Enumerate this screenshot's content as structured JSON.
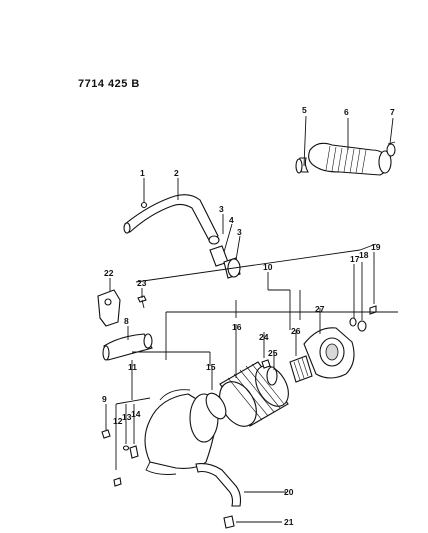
{
  "diagram": {
    "code": "7714 425 B",
    "callouts": [
      {
        "id": "c1",
        "label": "1"
      },
      {
        "id": "c2",
        "label": "2"
      },
      {
        "id": "c3a",
        "label": "3"
      },
      {
        "id": "c3b",
        "label": "3"
      },
      {
        "id": "c4",
        "label": "4"
      },
      {
        "id": "c5",
        "label": "5"
      },
      {
        "id": "c6",
        "label": "6"
      },
      {
        "id": "c7",
        "label": "7"
      },
      {
        "id": "c8",
        "label": "8"
      },
      {
        "id": "c9",
        "label": "9"
      },
      {
        "id": "c10",
        "label": "10"
      },
      {
        "id": "c11",
        "label": "11"
      },
      {
        "id": "c12",
        "label": "12"
      },
      {
        "id": "c13",
        "label": "13"
      },
      {
        "id": "c14",
        "label": "14"
      },
      {
        "id": "c15",
        "label": "15"
      },
      {
        "id": "c16",
        "label": "16"
      },
      {
        "id": "c17",
        "label": "17"
      },
      {
        "id": "c18",
        "label": "18"
      },
      {
        "id": "c19",
        "label": "19"
      },
      {
        "id": "c20",
        "label": "20"
      },
      {
        "id": "c21",
        "label": "21"
      },
      {
        "id": "c22",
        "label": "22"
      },
      {
        "id": "c23",
        "label": "23"
      },
      {
        "id": "c24",
        "label": "24"
      },
      {
        "id": "c25",
        "label": "25"
      },
      {
        "id": "c26",
        "label": "26"
      },
      {
        "id": "c27",
        "label": "27"
      }
    ]
  }
}
